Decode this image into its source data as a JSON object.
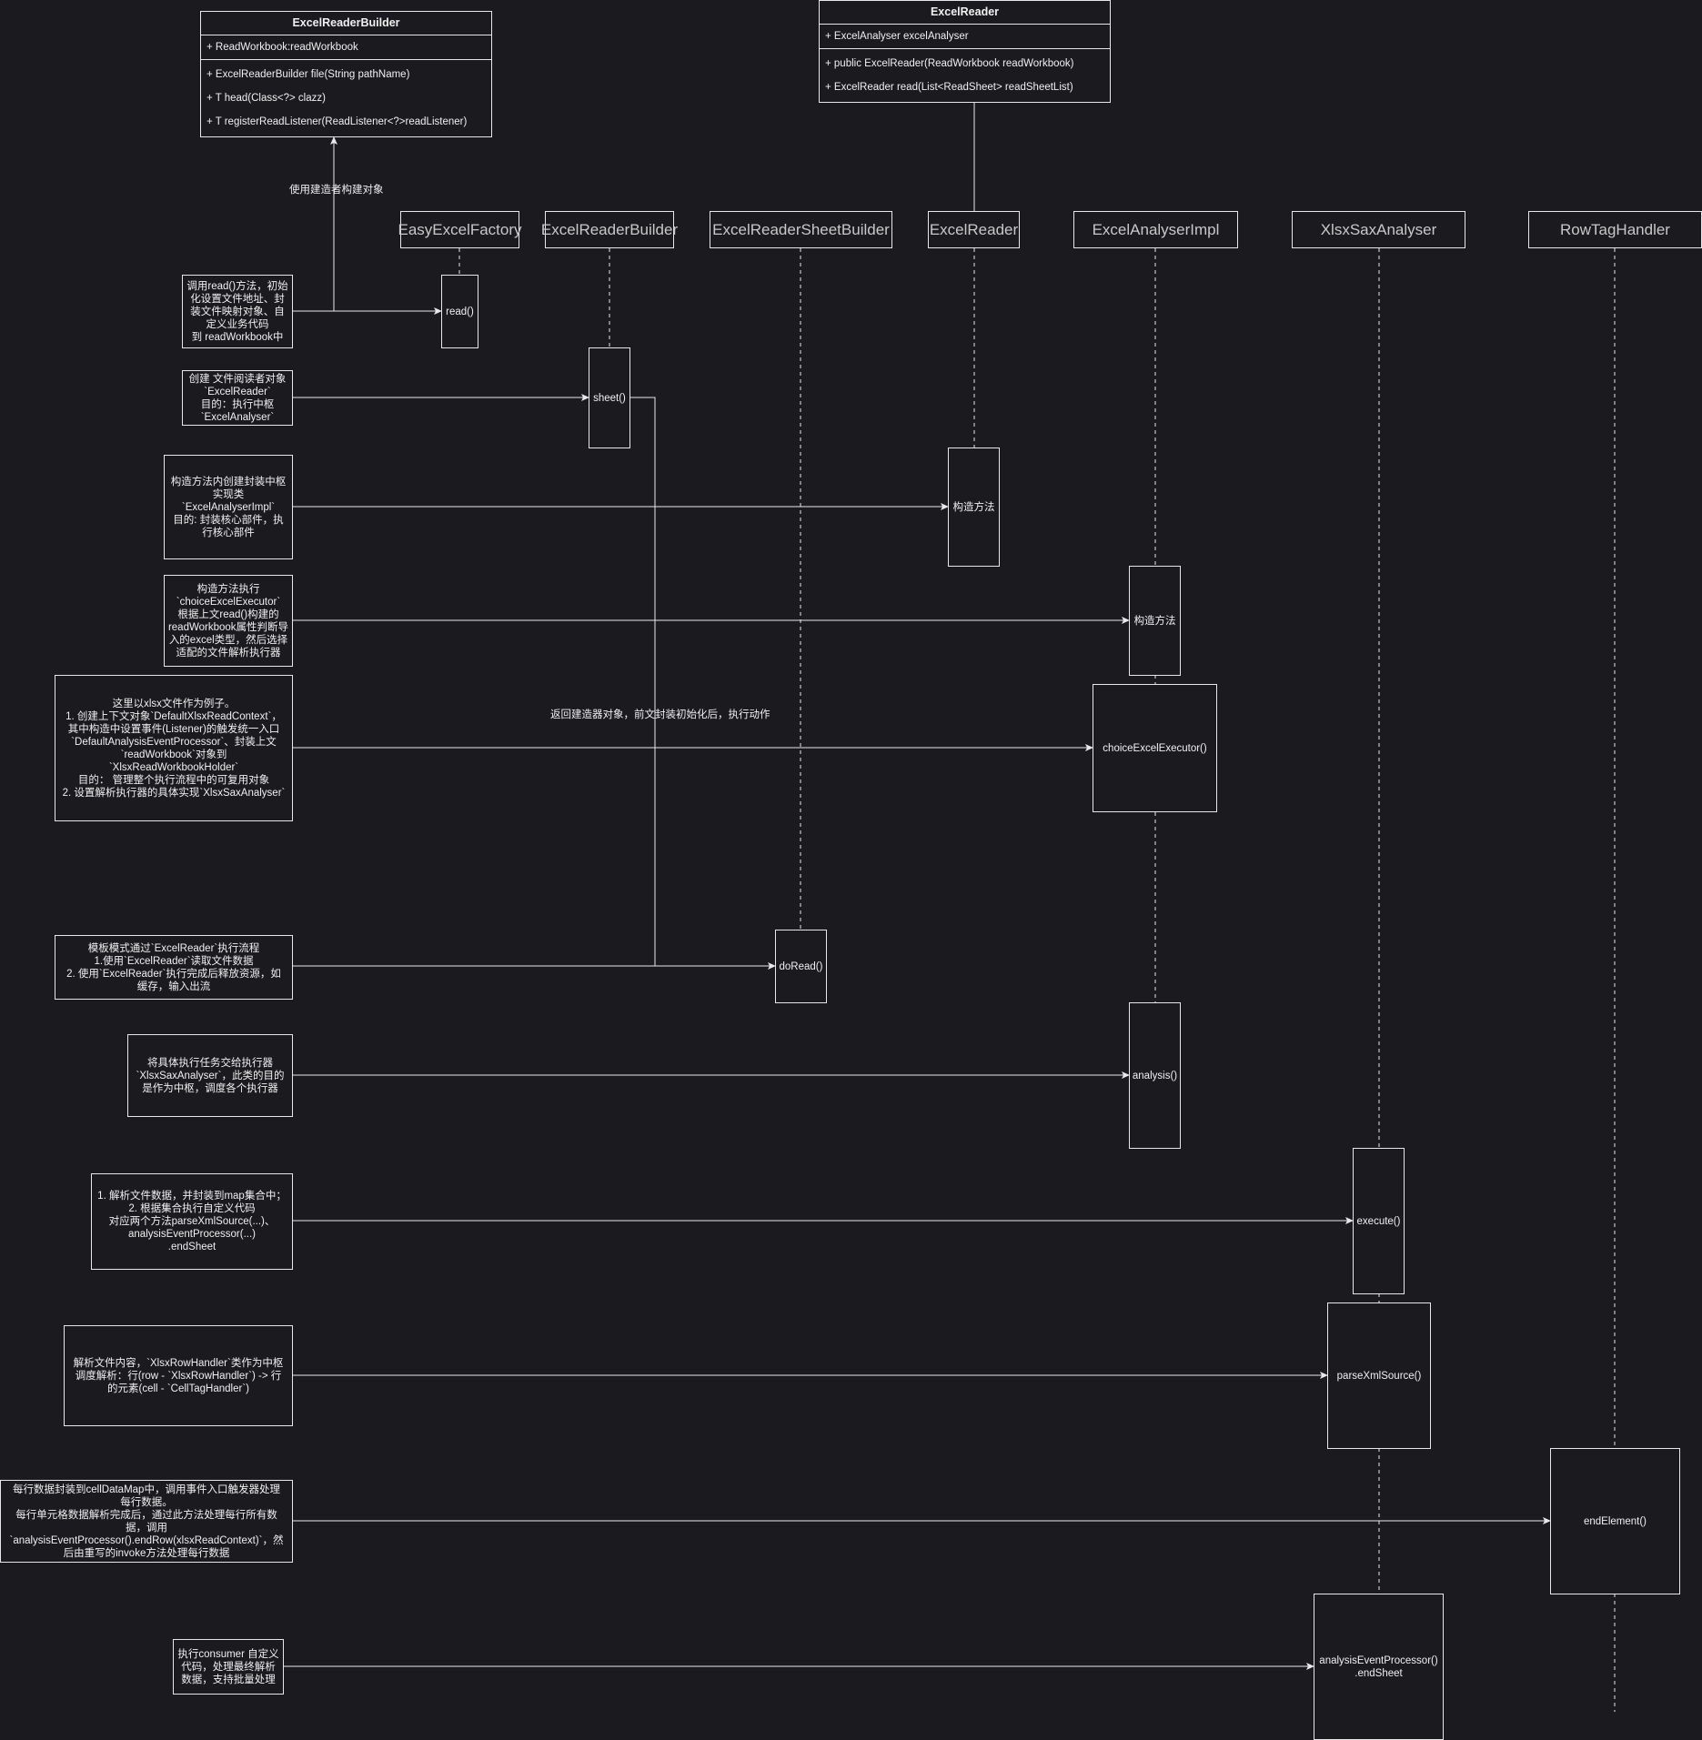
{
  "classes": {
    "builder": {
      "title": "ExcelReaderBuilder",
      "fields": [
        "+ ReadWorkbook:readWorkbook"
      ],
      "methods": [
        "+ ExcelReaderBuilder file(String pathName)",
        "+ T head(Class<?> clazz)",
        "+ T registerReadListener(ReadListener<?>readListener)"
      ]
    },
    "reader": {
      "title": "ExcelReader",
      "fields": [
        "+ ExcelAnalyser excelAnalyser"
      ],
      "methods": [
        "+ public ExcelReader(ReadWorkbook readWorkbook)",
        "+ ExcelReader read(List<ReadSheet> readSheetList)"
      ]
    }
  },
  "lifelines": {
    "factory": "EasyExcelFactory",
    "builder": "ExcelReaderBuilder",
    "sheetBuilder": "ExcelReaderSheetBuilder",
    "reader": "ExcelReader",
    "analyserImpl": "ExcelAnalyserImpl",
    "sax": "XlsxSaxAnalyser",
    "rowTag": "RowTagHandler"
  },
  "activations": {
    "read": "read()",
    "sheet": "sheet()",
    "readerCtor": "构造方法",
    "implCtor": "构造方法",
    "choice": "choiceExcelExecutor()",
    "doRead": "doRead()",
    "analysis": "analysis()",
    "execute": "execute()",
    "parse": "parseXmlSource()",
    "endElement": "endElement()",
    "endSheet": "analysisEventProcessor()\n.endSheet"
  },
  "notes": {
    "n1": "调用read()方法，初始\n化设置文件地址、封\n装文件映射对象、自\n定义业务代码\n到 readWorkbook中",
    "n2": "创建 文件阅读者对象\n`ExcelReader`\n目的：执行中枢\n`ExcelAnalyser`",
    "n3": "构造方法内创建封装中枢\n实现类\n`ExcelAnalyserImpl`\n目的: 封装核心部件，执\n行核心部件",
    "n4": "构造方法执行\n`choiceExcelExecutor`\n根据上文read()构建的\nreadWorkbook属性判断导\n入的excel类型，然后选择\n适配的文件解析执行器",
    "n5": "这里以xlsx文件作为例子。\n1. 创建上下文对象`DefaultXlsxReadContext`，\n其中构造中设置事件(Listener)的触发统一入口\n`DefaultAnalysisEventProcessor`、封装上文\n`readWorkbook`对象到\n`XlsxReadWorkbookHolder`\n目的： 管理整个执行流程中的可复用对象\n2. 设置解析执行器的具体实现`XlsxSaxAnalyser`",
    "n6": "模板模式通过`ExcelReader`执行流程\n1.使用`ExcelReader`读取文件数据\n2. 使用`ExcelReader`执行完成后释放资源，如\n缓存，输入出流",
    "n7": "将具体执行任务交给执行器\n`XlsxSaxAnalyser`，此类的目的\n是作为中枢，调度各个执行器",
    "n8": "1. 解析文件数据，并封装到map集合中；\n2. 根据集合执行自定义代码\n对应两个方法parseXmlSource(...)、\nanalysisEventProcessor(...)\n.endSheet",
    "n9": "解析文件内容，`XlsxRowHandler`类作为中枢\n调度解析：行(row - `XlsxRowHandler`) -> 行\n的元素(cell - `CellTagHandler`)",
    "n10": "每行数据封装到cellDataMap中，调用事件入口触发器处理\n每行数据。\n每行单元格数据解析完成后，通过此方法处理每行所有数\n据，调用\n`analysisEventProcessor().endRow(xlsxReadContext)`，然\n后由重写的invoke方法处理每行数据",
    "n11": "执行consumer 自定义\n代码，处理最终解析\n数据，支持批量处理"
  },
  "labels": {
    "useBuilder": "使用建造者构建对象",
    "returnBuilder": "返回建造器对象，前文封装初始化后，执行动作"
  }
}
